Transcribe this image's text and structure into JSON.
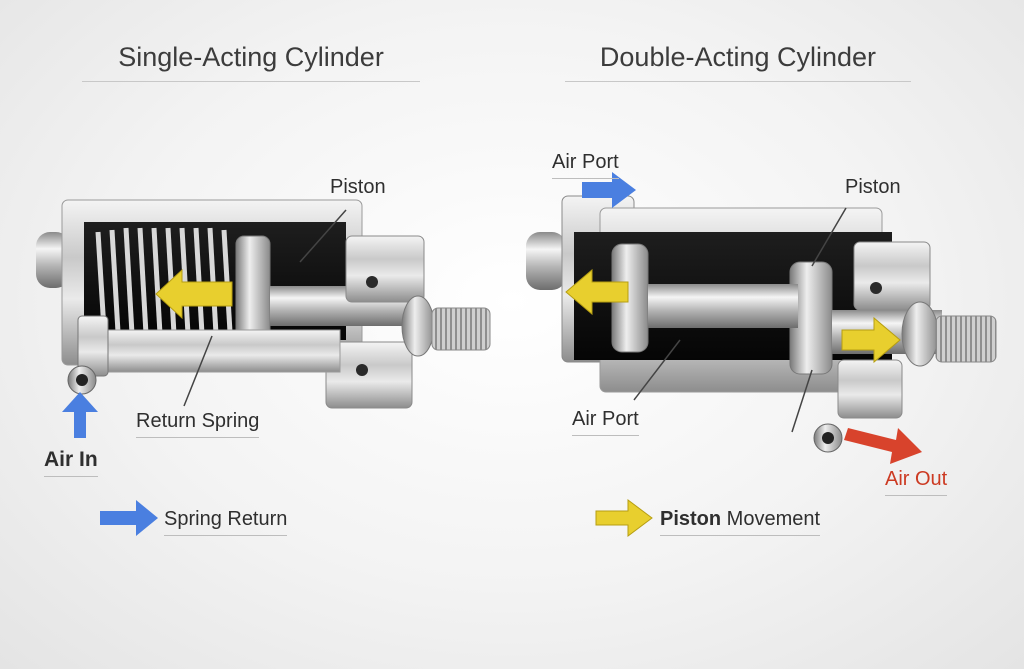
{
  "left": {
    "title": "Single-Acting Cylinder",
    "piston_label": "Piston",
    "spring_label": "Return Spring",
    "air_in_label": "Air In",
    "legend_label": "Spring Return"
  },
  "right": {
    "title": "Double-Acting Cylinder",
    "top_port_label": "Air Port",
    "piston_label": "Piston",
    "mid_port_label": "Air Port",
    "air_out_label": "Air Out",
    "legend_bold": "Piston",
    "legend_rest": " Movement"
  },
  "colors": {
    "blue_arrow": "#4a7fe0",
    "yellow_arrow": "#e8cf2e",
    "red_arrow": "#d8432c",
    "red_text": "#cc3a22"
  }
}
